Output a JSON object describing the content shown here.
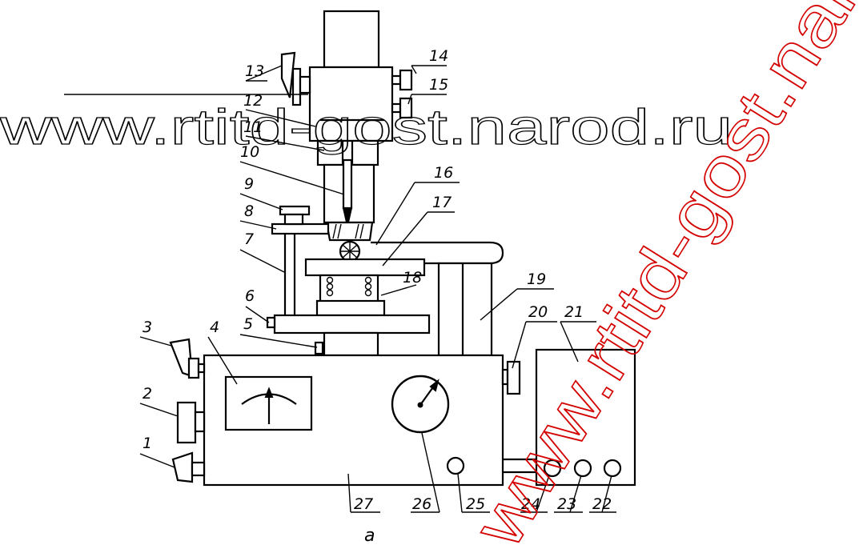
{
  "watermark_top": "www.rtitd-gost.narod.ru",
  "watermark_diagonal": "www.rtitd-gost.narod.ru",
  "caption": "a",
  "labels": [
    "1",
    "2",
    "3",
    "4",
    "5",
    "6",
    "7",
    "8",
    "9",
    "10",
    "11",
    "12",
    "13",
    "14",
    "15",
    "16",
    "17",
    "18",
    "19",
    "20",
    "21",
    "22",
    "23",
    "24",
    "25",
    "26",
    "27"
  ]
}
